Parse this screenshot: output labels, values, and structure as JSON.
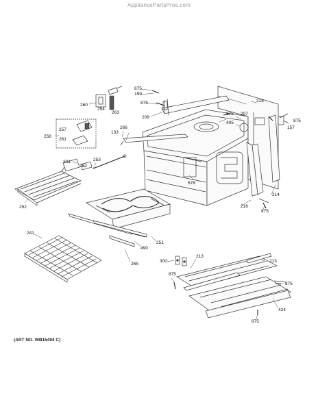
{
  "watermark": "AppliancePartsPros.com",
  "art_number": "(ART NO. WB15494 C)",
  "labels": {
    "875_a": "875",
    "159": "159",
    "875_b": "875",
    "218": "218",
    "260": "260",
    "254": "254",
    "263": "263",
    "209": "209",
    "875_c": "875",
    "405": "405",
    "207": "207",
    "875_d": "875",
    "157": "157",
    "257": "257",
    "258": "258",
    "261": "261",
    "133": "133",
    "266": "266",
    "301": "301",
    "752": "752",
    "253": "253",
    "578": "578",
    "216": "216",
    "214": "214",
    "875_e": "875",
    "252": "252",
    "251": "251",
    "490": "490",
    "265": "265",
    "241": "241",
    "300": "300",
    "213_a": "213",
    "213_b": "213",
    "875_f": "875",
    "875_g": "875",
    "424": "424",
    "875_h": "875"
  }
}
